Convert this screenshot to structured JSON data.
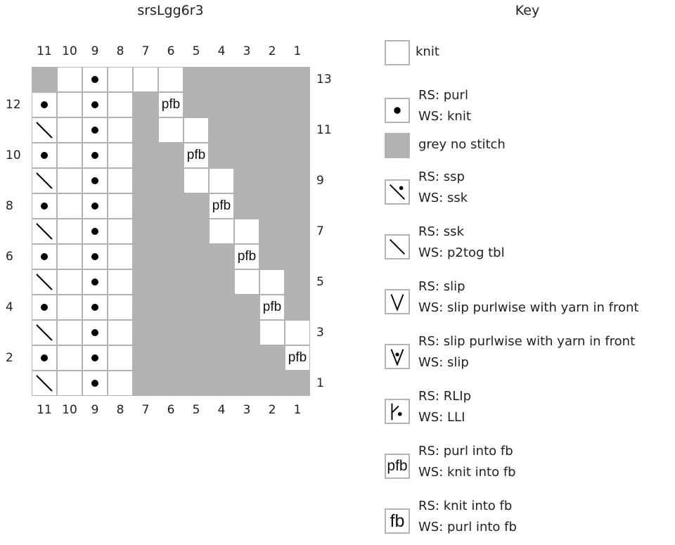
{
  "chart": {
    "title": "srsLgg6r3",
    "col_numbers": [
      "11",
      "10",
      "9",
      "8",
      "7",
      "6",
      "5",
      "4",
      "3",
      "2",
      "1"
    ],
    "left_row_numbers": [
      "12",
      "10",
      "8",
      "6",
      "4",
      "2"
    ],
    "right_row_numbers": [
      "13",
      "11",
      "9",
      "7",
      "5",
      "3",
      "1"
    ],
    "pfb_label": "pfb",
    "grid_rows": [
      {
        "row": "13",
        "cells": [
          "grey",
          "knit",
          "purl",
          "knit",
          "knit",
          "knit",
          "grey",
          "grey",
          "grey",
          "grey",
          "grey"
        ]
      },
      {
        "row": "12",
        "cells": [
          "purl",
          "knit",
          "purl",
          "knit",
          "grey",
          "pfb",
          "grey",
          "grey",
          "grey",
          "grey",
          "grey"
        ]
      },
      {
        "row": "11",
        "cells": [
          "ssk",
          "knit",
          "purl",
          "knit",
          "grey",
          "knit",
          "knit",
          "grey",
          "grey",
          "grey",
          "grey"
        ]
      },
      {
        "row": "10",
        "cells": [
          "purl",
          "knit",
          "purl",
          "knit",
          "grey",
          "grey",
          "pfb",
          "grey",
          "grey",
          "grey",
          "grey"
        ]
      },
      {
        "row": "9",
        "cells": [
          "ssk",
          "knit",
          "purl",
          "knit",
          "grey",
          "grey",
          "knit",
          "knit",
          "grey",
          "grey",
          "grey"
        ]
      },
      {
        "row": "8",
        "cells": [
          "purl",
          "knit",
          "purl",
          "knit",
          "grey",
          "grey",
          "grey",
          "pfb",
          "grey",
          "grey",
          "grey"
        ]
      },
      {
        "row": "7",
        "cells": [
          "ssk",
          "knit",
          "purl",
          "knit",
          "grey",
          "grey",
          "grey",
          "knit",
          "knit",
          "grey",
          "grey"
        ]
      },
      {
        "row": "6",
        "cells": [
          "purl",
          "knit",
          "purl",
          "knit",
          "grey",
          "grey",
          "grey",
          "grey",
          "pfb",
          "grey",
          "grey"
        ]
      },
      {
        "row": "5",
        "cells": [
          "ssk",
          "knit",
          "purl",
          "knit",
          "grey",
          "grey",
          "grey",
          "grey",
          "knit",
          "knit",
          "grey"
        ]
      },
      {
        "row": "4",
        "cells": [
          "purl",
          "knit",
          "purl",
          "knit",
          "grey",
          "grey",
          "grey",
          "grey",
          "grey",
          "pfb",
          "grey"
        ]
      },
      {
        "row": "3",
        "cells": [
          "ssk",
          "knit",
          "purl",
          "knit",
          "grey",
          "grey",
          "grey",
          "grey",
          "grey",
          "knit",
          "knit"
        ]
      },
      {
        "row": "2",
        "cells": [
          "purl",
          "knit",
          "purl",
          "knit",
          "grey",
          "grey",
          "grey",
          "grey",
          "grey",
          "grey",
          "pfb"
        ]
      },
      {
        "row": "1",
        "cells": [
          "ssk",
          "knit",
          "purl",
          "knit",
          "grey",
          "grey",
          "grey",
          "grey",
          "grey",
          "grey",
          "grey"
        ]
      }
    ]
  },
  "key": {
    "title": "Key",
    "items": [
      {
        "symbol": "knit",
        "lines": [
          "knit"
        ]
      },
      {
        "symbol": "purl",
        "lines": [
          "RS: purl",
          "WS: knit"
        ]
      },
      {
        "symbol": "grey",
        "lines": [
          "grey no stitch"
        ]
      },
      {
        "symbol": "ssp",
        "lines": [
          "RS: ssp",
          "WS: ssk"
        ]
      },
      {
        "symbol": "ssk",
        "lines": [
          "RS: ssk",
          "WS: p2tog tbl"
        ]
      },
      {
        "symbol": "slip",
        "lines": [
          "RS: slip",
          "WS: slip purlwise with yarn in front"
        ]
      },
      {
        "symbol": "slip-wyif",
        "lines": [
          "RS: slip purlwise with yarn in front",
          "WS: slip"
        ]
      },
      {
        "symbol": "rlip",
        "lines": [
          "RS: RLIp",
          "WS: LLI"
        ]
      },
      {
        "symbol": "pfb",
        "label": "pfb",
        "lines": [
          "RS: purl into fb",
          "WS: knit into fb"
        ]
      },
      {
        "symbol": "fb",
        "label": "fb",
        "lines": [
          "RS: knit into fb",
          "WS: purl into fb"
        ]
      }
    ]
  }
}
